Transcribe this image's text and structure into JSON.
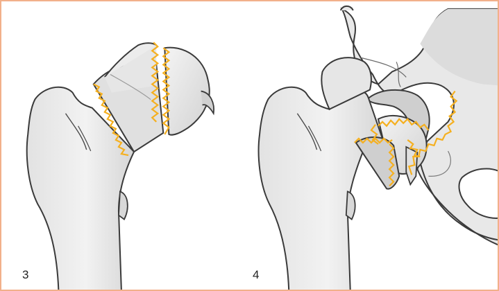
{
  "panels": [
    {
      "label": "3"
    },
    {
      "label": "4"
    }
  ],
  "colors": {
    "border": "#f2b08a",
    "bone_fill": "#ececec",
    "bone_shade": "#d8d8d8",
    "bone_dark": "#c4c4c4",
    "outline": "#3a3a3a",
    "fracture_line": "#f5b020",
    "background": "#ffffff"
  },
  "icons": [
    "femur-illustration",
    "pelvis-illustration",
    "fracture-zigzag-line"
  ]
}
